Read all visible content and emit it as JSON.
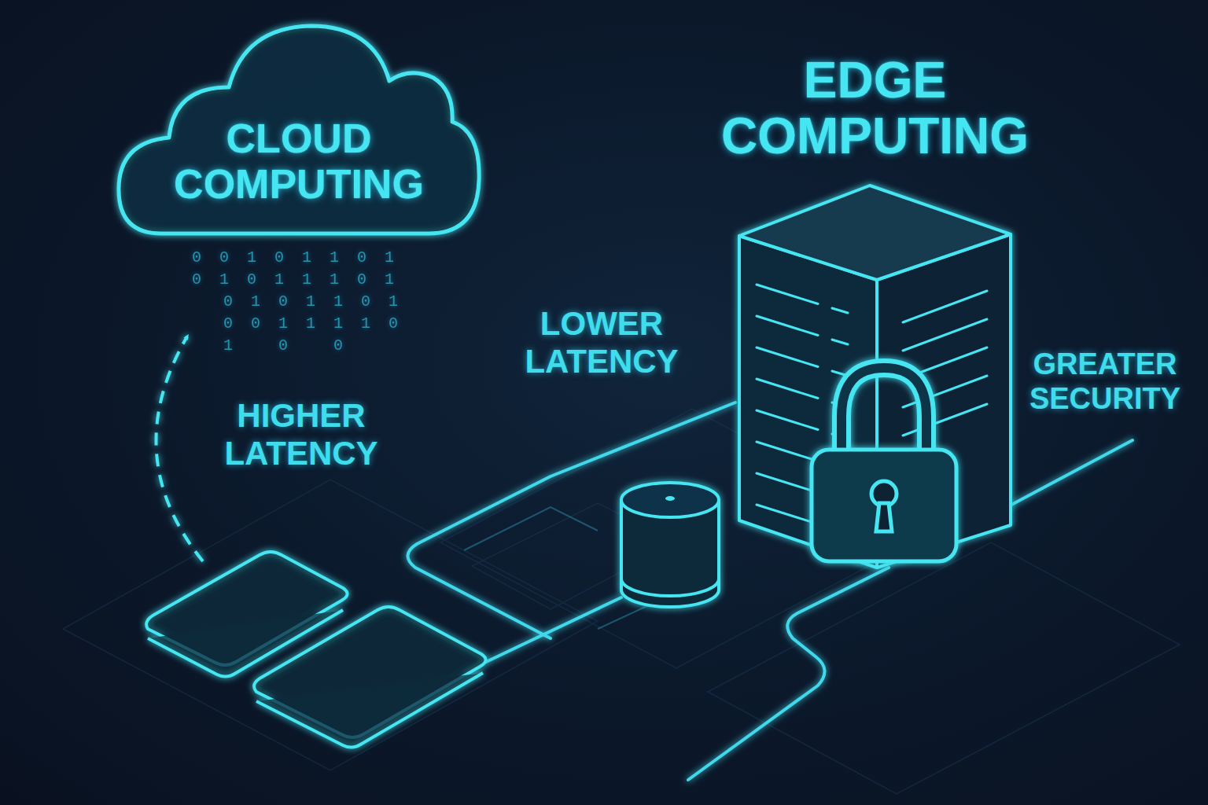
{
  "diagram": {
    "nodes": [
      {
        "text": [
          "CLOUD COMPUTING"
        ]
      },
      {
        "text": [
          "EDGE COMPUTING"
        ]
      }
    ],
    "labels": [
      "0 0 1 0 1 1 0 1",
      "0 1 0 1 1 1 0 1",
      "0 1 0 1 1 0 1",
      "0 0 1 1 1 1 0",
      "1 0 0",
      "HIGHER LATENCY",
      "LOWER LATENCY",
      "GREATER SECURITY"
    ]
  }
}
